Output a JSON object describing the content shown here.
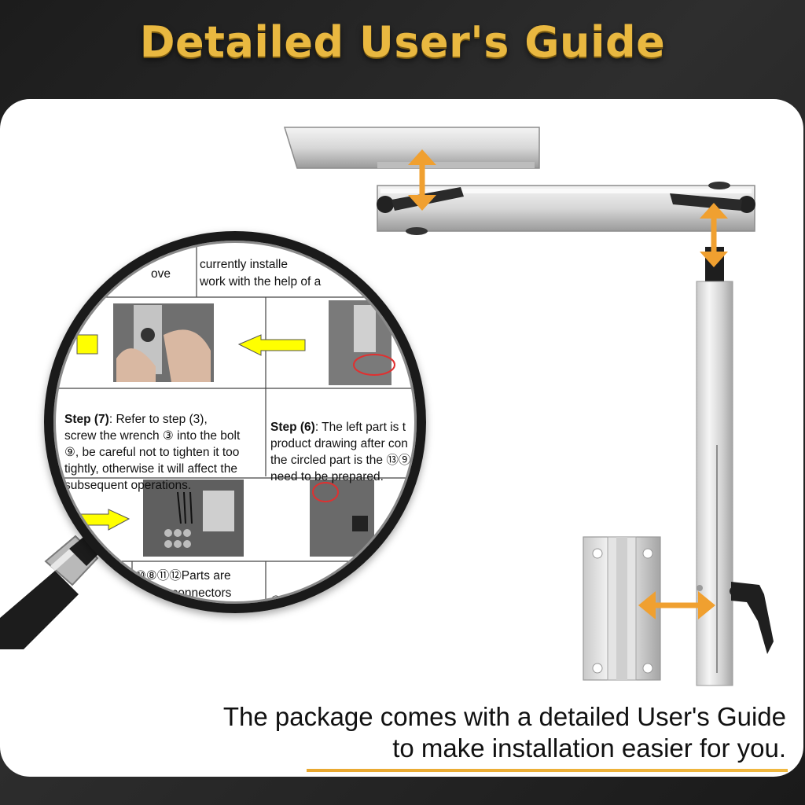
{
  "headline": "Detailed User's Guide",
  "caption": {
    "line1": "The package comes with a detailed User's Guide",
    "line2": "to make installation easier for you."
  },
  "guide": {
    "top_left": "ove",
    "top_right_1": "currently installe",
    "top_right_2": "work with the help of a",
    "step7_label": "Step (7)",
    "step7_text": ":  Refer to step (3),\nscrew the wrench ③ into the bolt\n⑨, be careful not to tighten it too\ntightly, otherwise it will affect the\nsubsequent operations.",
    "step6_label": "Step (6)",
    "step6_text": ": The left part is t\nproduct drawing after con\nthe circled part is the ⑬⑨\nneed to be prepared.",
    "parts_1": "⑩⑧⑪⑫Parts are",
    "parts_2": "tening connectors",
    "parts_3": "⑩The"
  },
  "colors": {
    "headline": "#e9b840",
    "arrow_orange": "#f0a030",
    "arrow_yellow": "#ffff00",
    "accent_line": "#e9a830"
  }
}
